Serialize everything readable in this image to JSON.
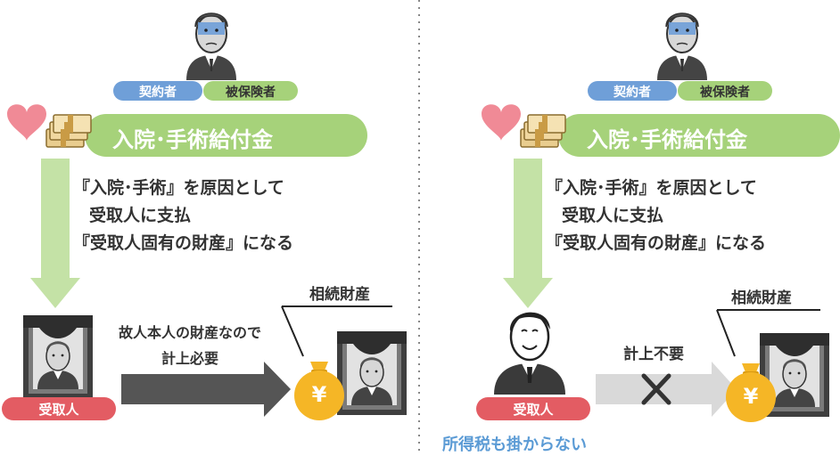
{
  "scenarios": [
    {
      "roles": {
        "contractor": "契約者",
        "insured": "被保険者"
      },
      "benefit_label": "入院･手術給付金",
      "explanation_lines": [
        "『入院･手術』を原因として",
        "受取人に支払",
        "『受取人固有の財産』になる"
      ],
      "estate_label": "相続財産",
      "arrow_note_lines": [
        "故人本人の財産なので",
        "計上必要"
      ],
      "beneficiary_label": "受取人",
      "money_symbol": "¥"
    },
    {
      "roles": {
        "contractor": "契約者",
        "insured": "被保険者"
      },
      "benefit_label": "入院･手術給付金",
      "explanation_lines": [
        "『入院･手術』を原因として",
        "受取人に支払",
        "『受取人固有の財産』になる"
      ],
      "estate_label": "相続財産",
      "arrow_note_lines": [
        "計上不要"
      ],
      "beneficiary_label": "受取人",
      "money_symbol": "¥",
      "footnote": "所得税も掛からない"
    }
  ],
  "colors": {
    "green_pill": "#a6d27a",
    "blue_pill": "#6f9fd8",
    "red_pill": "#e35c63",
    "heart": "#f08a96",
    "arrow_down": "#c4e2a6",
    "dark_arrow": "#555555",
    "gray_arrow": "#d9d9d9",
    "money_bag": "#f5b626",
    "footnote": "#5b9bd5"
  }
}
